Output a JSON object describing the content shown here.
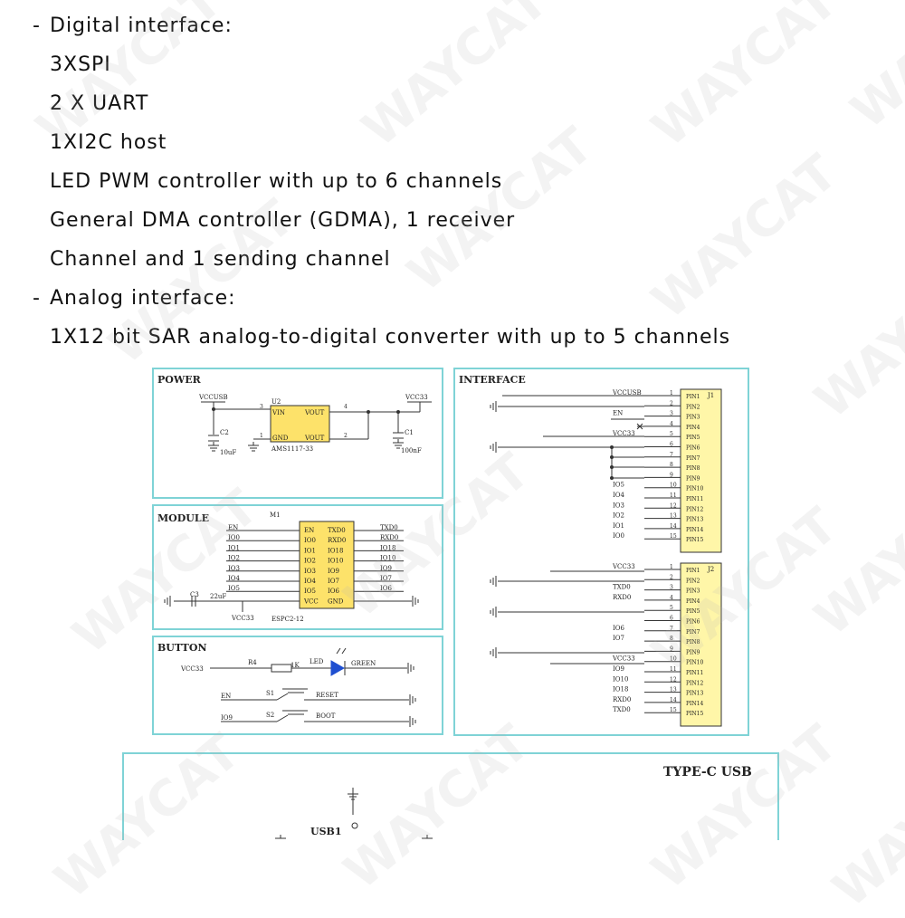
{
  "spec": {
    "lines": [
      {
        "bullet": true,
        "text": "Digital interface:"
      },
      {
        "bullet": false,
        "text": "3XSPI"
      },
      {
        "bullet": false,
        "text": "2 X UART"
      },
      {
        "bullet": false,
        "text": "1XI2C host"
      },
      {
        "bullet": false,
        "text": "LED PWM controller with up to 6 channels"
      },
      {
        "bullet": false,
        "text": "General DMA controller (GDMA), 1 receiver"
      },
      {
        "bullet": false,
        "text": "Channel and 1 sending channel"
      },
      {
        "bullet": true,
        "text": "Analog interface:"
      },
      {
        "bullet": false,
        "text": "1X12 bit SAR analog-to-digital converter with up to 5 channels"
      }
    ],
    "dash": "-"
  },
  "watermark": "WAYCAT",
  "colors": {
    "frame": "#7fd3d6",
    "wire": "#333333",
    "chip": "#fde26a",
    "led": "#1f4fd0"
  },
  "power": {
    "title": "POWER",
    "vccusb": "VCCUSB",
    "vcc33": "VCC33",
    "ref": "U2",
    "part": "AMS1117-33",
    "vin": "VIN",
    "vout": "VOUT",
    "gnd": "GND",
    "vout2": "VOUT",
    "p3": "3",
    "p4": "4",
    "p1": "1",
    "p2": "2",
    "c2": "C2",
    "c2v": "10uF",
    "c1": "C1",
    "c1v": "100nF"
  },
  "module": {
    "title": "MODULE",
    "ref": "M1",
    "part": "ESPC2-12",
    "left_nets": [
      "EN",
      "IO0",
      "IO1",
      "IO2",
      "IO3",
      "IO4",
      "IO5"
    ],
    "left_pins": [
      "EN",
      "IO0",
      "IO1",
      "IO2",
      "IO3",
      "IO4",
      "IO5",
      "VCC"
    ],
    "right_pins": [
      "TXD0",
      "RXD0",
      "IO18",
      "IO10",
      "IO9",
      "IO7",
      "IO6",
      "GND"
    ],
    "right_nets": [
      "TXD0",
      "RXD0",
      "IO18",
      "IO10",
      "IO9",
      "IO7",
      "IO6"
    ],
    "c3": "C3",
    "c3v": "22uF",
    "vcc33": "VCC33"
  },
  "button": {
    "title": "BUTTON",
    "vcc33": "VCC33",
    "r4": "R4",
    "r4v": "1K",
    "led": "LED",
    "green": "GREEN",
    "en": "EN",
    "s1": "S1",
    "reset": "RESET",
    "io9": "IO9",
    "s2": "S2",
    "boot": "BOOT"
  },
  "interface": {
    "title": "INTERFACE",
    "j1": "J1",
    "j2": "J2",
    "j1_nets": {
      "1": "VCCUSB",
      "3": "EN",
      "5": "VCC33",
      "10": "IO5",
      "11": "IO4",
      "12": "IO3",
      "13": "IO2",
      "14": "IO1",
      "15": "IO0"
    },
    "j2_nets": {
      "1": "VCC33",
      "3": "TXD0",
      "4": "RXD0",
      "7": "IO6",
      "8": "IO7",
      "10": "VCC33",
      "11": "IO9",
      "12": "IO10",
      "13": "IO18",
      "14": "RXD0",
      "15": "TXD0"
    },
    "pin_prefix": "PIN"
  },
  "usb": {
    "title": "TYPE-C USB",
    "ref": "USB1"
  }
}
